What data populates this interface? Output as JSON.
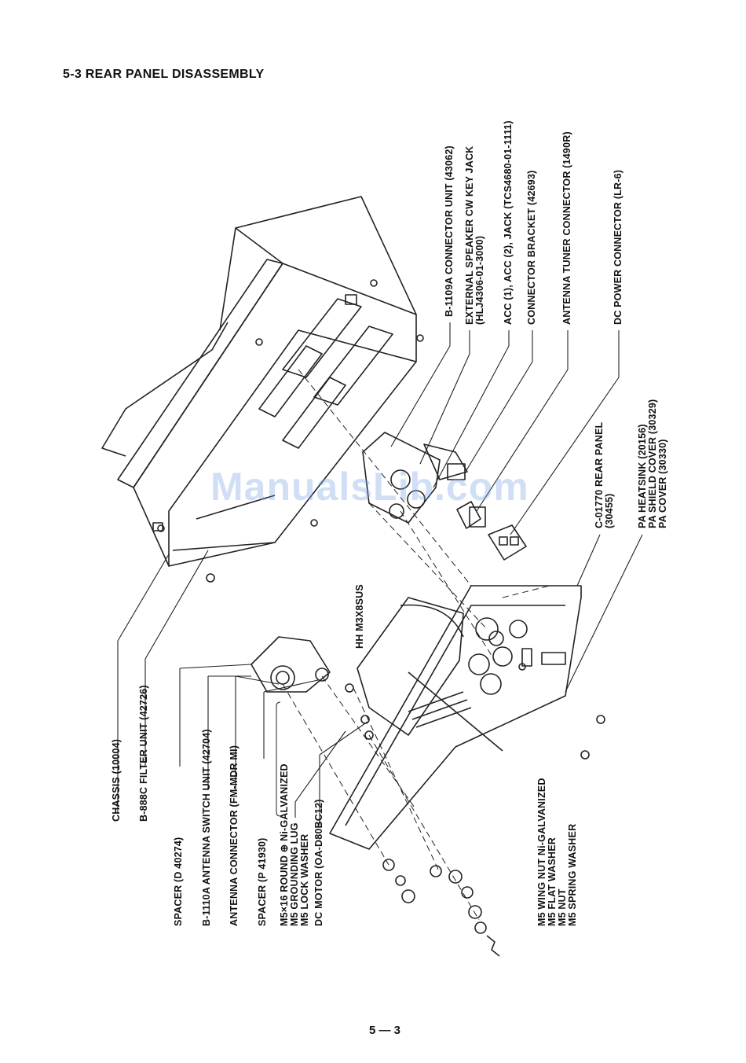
{
  "section": {
    "title": "5-3  REAR PANEL DISASSEMBLY"
  },
  "watermark": "ManualsLib.com",
  "page_number": "5 — 3",
  "callouts": {
    "chassis": "CHASSIS (10004)",
    "filter_unit": "B-888C FILTER UNIT (42726)",
    "spacer_d": "SPACER (D 40274)",
    "antenna_switch": "B-1110A ANTENNA SWITCH UNIT (42704)",
    "antenna_connector": "ANTENNA CONNECTOR (FM-MDR MI)",
    "spacer_p": "SPACER (P 41930)",
    "screw_group": [
      "M5×16 ROUND ⊕ Ni-GALVANIZED",
      "M5 GROUNDING LUG",
      "M5 LOCK WASHER"
    ],
    "dc_motor": "DC MOTOR (OA-D80BC12)",
    "wing_nut_group": [
      "M5 WING NUT Ni-GALVANIZED",
      "M5 FLAT WASHER",
      "M5 NUT",
      "M5 SPRING WASHER"
    ],
    "hh_screw": "HH M3X8SUS",
    "rear_panel": [
      "C-01770 REAR PANEL",
      "(30455)"
    ],
    "pa_group": [
      "PA HEATSINK (20156)",
      "PA SHIELD COVER (30329)",
      "PA COVER (30330)"
    ],
    "connector_unit": "B-1109A CONNECTOR UNIT (43062)",
    "ext_speaker": [
      "EXTERNAL SPEAKER CW KEY JACK",
      "(HLJ4306-01-3000)"
    ],
    "acc_jack": "ACC (1), ACC (2), JACK (TCS4680-01-1111)",
    "connector_bracket": "CONNECTOR BRACKET (42693)",
    "antenna_tuner": "ANTENNA TUNER CONNECTOR (1490R)",
    "dc_power": "DC POWER CONNECTOR (LR-6)"
  }
}
